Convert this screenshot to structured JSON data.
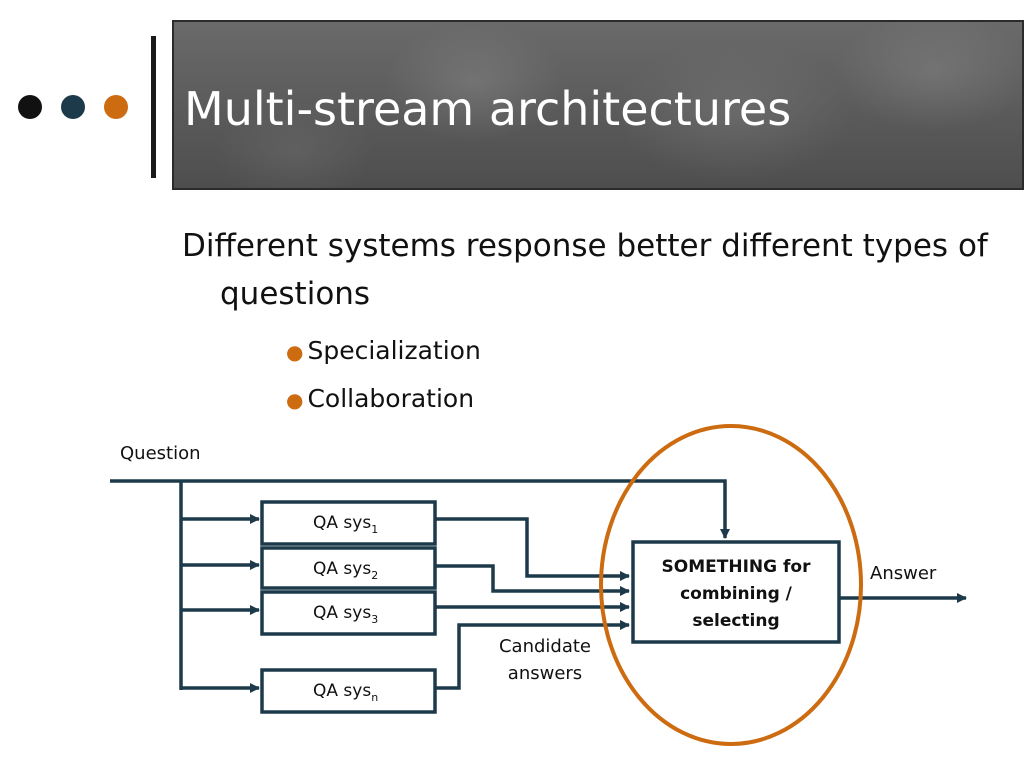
{
  "title": "Multi-stream architectures",
  "colors": {
    "dark": "#1d3a4a",
    "accent": "#cc6b10",
    "black": "#111111"
  },
  "decor": {
    "dots": [
      "#111111",
      "#1d3a4a",
      "#cc6b10"
    ]
  },
  "bullets": {
    "main": "Different systems response better different types of questions",
    "sub": [
      "Specialization",
      "Collaboration"
    ]
  },
  "diagram": {
    "question_label": "Question",
    "qa_systems": [
      {
        "base": "QA sys",
        "sub": "1"
      },
      {
        "base": "QA sys",
        "sub": "2"
      },
      {
        "base": "QA sys",
        "sub": "3"
      },
      {
        "base": "QA sys",
        "sub": "n"
      }
    ],
    "combiner_lines": [
      "SOMETHING for",
      "combining /",
      "selecting"
    ],
    "answer_label": "Answer",
    "candidate_lines": [
      "Candidate",
      "answers"
    ]
  }
}
